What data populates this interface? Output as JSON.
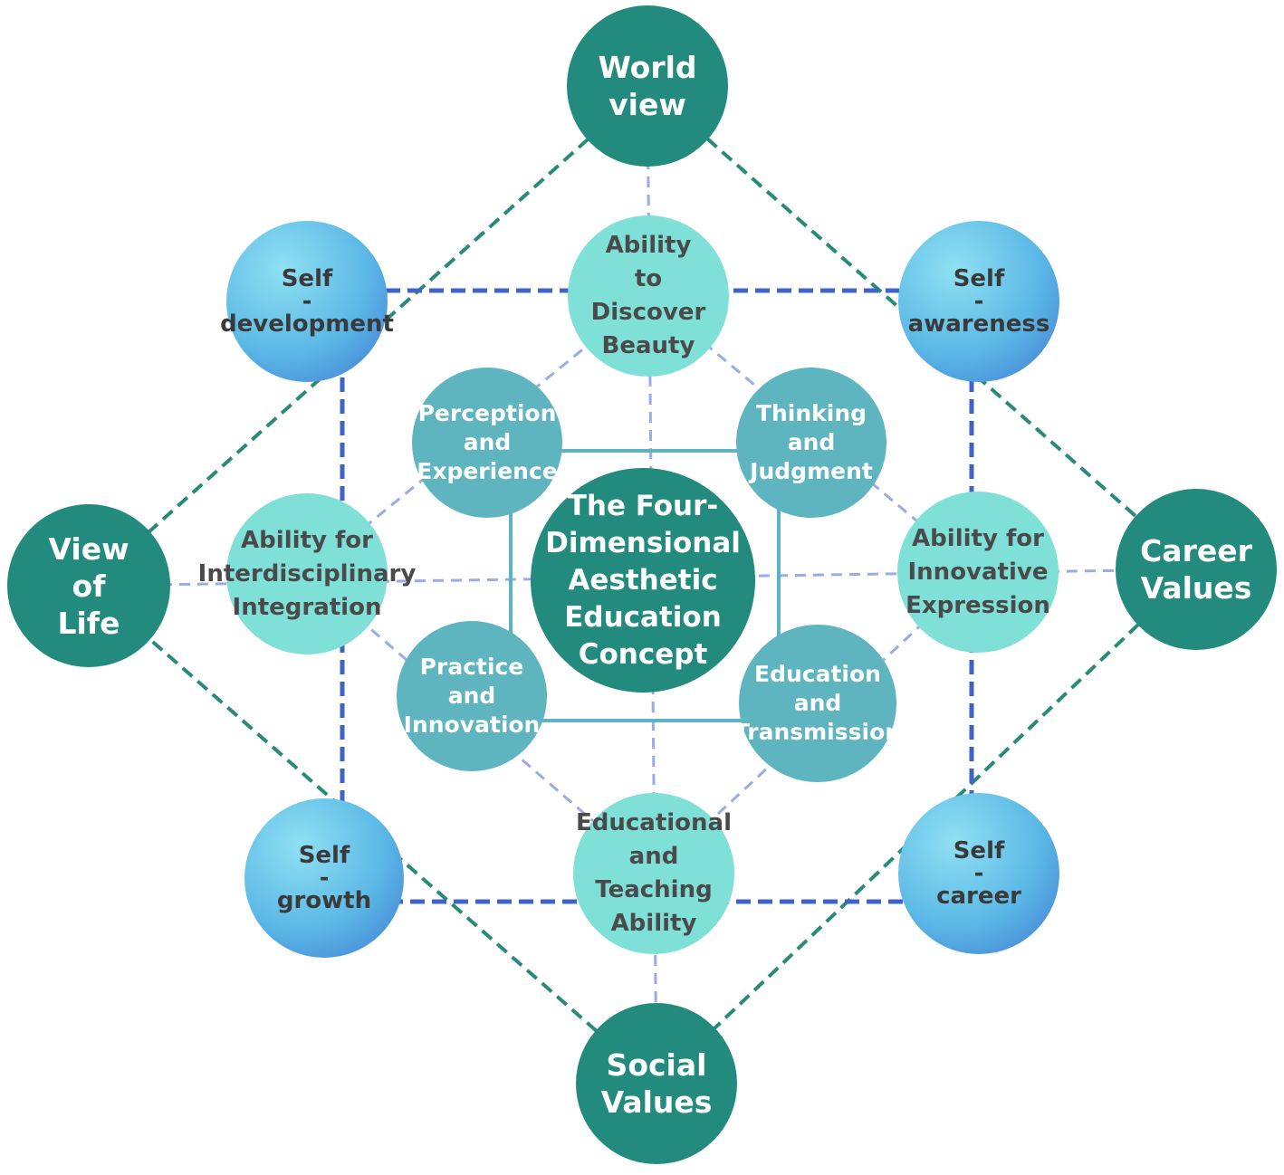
{
  "center": {
    "label": "The Four-\nDimensional\nAesthetic\nEducation\nConcept"
  },
  "outer_nodes": {
    "world_view": "World\nview",
    "career_values": "Career\nValues",
    "social_values": "Social\nValues",
    "view_of_life": "View\nof\nLife"
  },
  "self_nodes": {
    "self_development": "Self\n-\ndevelopment",
    "self_awareness": "Self\n-\nawareness",
    "self_growth": "Self\n-\ngrowth",
    "self_career": "Self\n-\ncareer"
  },
  "ability_nodes": {
    "discover_beauty": "Ability\nto\nDiscover\nBeauty",
    "innovative_expression": "Ability for\nInnovative\nExpression",
    "teaching_ability": "Educational\nand\nTeaching\nAbility",
    "interdisciplinary": "Ability for\nInterdisciplinary\nIntegration"
  },
  "inner_nodes": {
    "perception": "Perception\nand\nExperience",
    "thinking": "Thinking\nand\nJudgment",
    "practice": "Practice\nand\nInnovation",
    "education": "Education\nand\nTransmission"
  },
  "colors": {
    "outer": "#238a7e",
    "ability": "#7fe0d8",
    "inner": "#5fb5bf",
    "self_light": "#8fe0f2",
    "self_dark": "#3f78d2",
    "green_dash": "#2a8a78",
    "blue_dash": "#3f63c8",
    "light_dash": "#9aabe6",
    "inner_solid": "#5fb5bf"
  }
}
